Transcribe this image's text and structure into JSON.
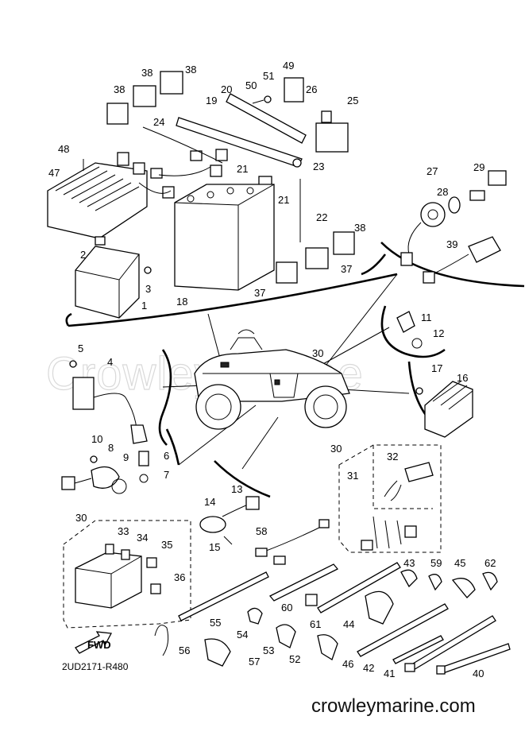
{
  "labels": [
    "1",
    "2",
    "3",
    "4",
    "5",
    "6",
    "7",
    "8",
    "9",
    "10",
    "11",
    "12",
    "13",
    "14",
    "15",
    "16",
    "17",
    "18",
    "19",
    "20",
    "21",
    "21",
    "22",
    "23",
    "24",
    "25",
    "26",
    "27",
    "28",
    "29",
    "30",
    "30",
    "30",
    "31",
    "32",
    "33",
    "34",
    "35",
    "36",
    "37",
    "37",
    "38",
    "38",
    "38",
    "38",
    "39",
    "40",
    "41",
    "42",
    "43",
    "44",
    "45",
    "46",
    "47",
    "48",
    "49",
    "50",
    "51",
    "52",
    "53",
    "54",
    "55",
    "56",
    "57",
    "58",
    "59",
    "60",
    "61",
    "62"
  ],
  "fwd_label": "FWD",
  "diagram_code": "2UD2171-R480",
  "watermark": "CrowleyMarine",
  "site": "crowleymarine.com"
}
